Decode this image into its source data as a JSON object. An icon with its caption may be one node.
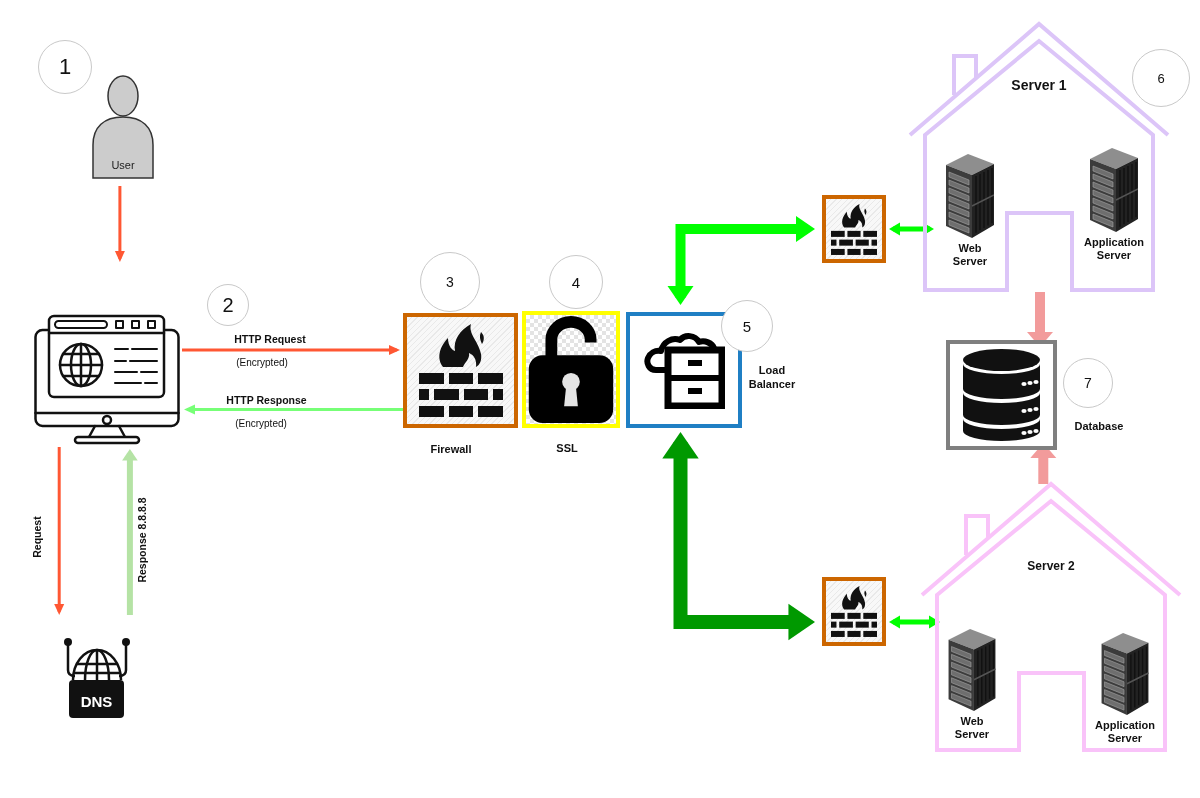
{
  "diagram": {
    "nodes": [
      {
        "text": [
          "User"
        ]
      },
      {
        "text": [],
        "shape": "picture"
      },
      {
        "text": [
          "DNS"
        ]
      },
      {
        "text": [
          "Firewall"
        ]
      },
      {
        "text": [
          "SSL"
        ]
      },
      {
        "text": [
          "Load Balancer"
        ]
      },
      {
        "text": [],
        "shape": "box"
      },
      {
        "text": [
          "Server 1"
        ]
      },
      {
        "text": [
          "Web Server"
        ],
        "in": 7
      },
      {
        "text": [
          "Application Server"
        ],
        "in": 7
      },
      {
        "text": [
          "Database"
        ]
      },
      {
        "text": [],
        "shape": "box"
      },
      {
        "text": [
          "Server 2"
        ]
      },
      {
        "text": [
          "Web Server"
        ],
        "in": 12
      },
      {
        "text": [
          "Application Server"
        ],
        "in": 12
      }
    ],
    "edges": [
      {
        "from": 0,
        "to": 1,
        "arrow": "to",
        "color": "#ff5733"
      },
      {
        "from": 1,
        "to": 3,
        "arrow": "to",
        "label": "HTTP Request",
        "color": "#ff5733"
      },
      {
        "from": 3,
        "to": 1,
        "arrow": "to",
        "label": "HTTP Response",
        "color": "#77ff77"
      },
      {
        "from": 1,
        "to": 2,
        "arrow": "to",
        "label": "Request",
        "color": "#ff5733"
      },
      {
        "from": 2,
        "to": 1,
        "arrow": "to",
        "label": "Response 8.8.8.8",
        "color": "#b5e3a5"
      },
      {
        "from": 5,
        "to": 6,
        "arrow": "both",
        "style": "thick",
        "color": "#00ff00"
      },
      {
        "from": 5,
        "to": 11,
        "arrow": "both",
        "style": "thick",
        "color": "#009900"
      },
      {
        "from": 6,
        "to": 8,
        "arrow": "both",
        "color": "#00ff00"
      },
      {
        "from": 11,
        "to": 13,
        "arrow": "both",
        "color": "#00ff00"
      },
      {
        "from": 7,
        "to": 10,
        "arrow": "to",
        "style": "thick",
        "color": "#f29b9b"
      },
      {
        "from": 12,
        "to": 10,
        "arrow": "to",
        "style": "thick",
        "color": "#f29b9b"
      }
    ],
    "labels": [
      "1",
      "2",
      "(Encrypted)",
      "(Encrypted)",
      "3",
      "4",
      "5",
      "6",
      "7"
    ]
  }
}
